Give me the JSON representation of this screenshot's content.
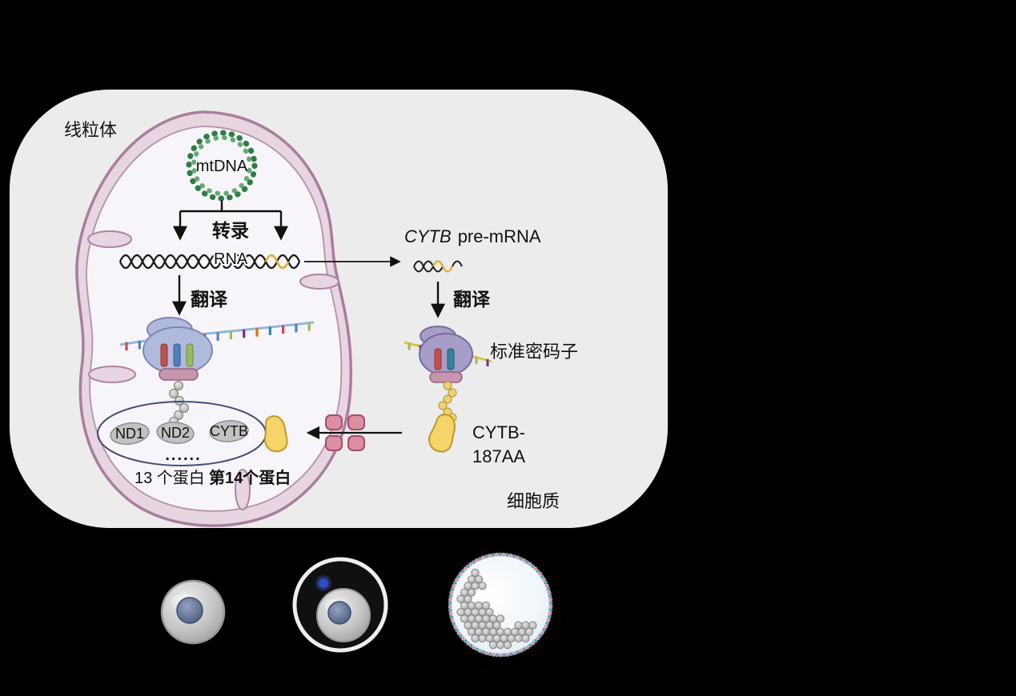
{
  "colors": {
    "background": "#000000",
    "cell_fill": "#ececec",
    "membrane_pink": "#a87e9b",
    "mtdna_green": "#2e7d44",
    "protein_yellow": "#f3cf63",
    "channel_pink": "#dc8fa2",
    "highlight_red": "#ff0000"
  },
  "labels": {
    "mitochondrion": "线粒体",
    "mtdna": "mtDNA",
    "transcription": "转录",
    "rna": "RNA",
    "cytb_gene": "CYTB",
    "pre_mrna": "pre-mRNA",
    "translation_left": "翻译",
    "translation_right": "翻译",
    "standard_codon": "标准密码子",
    "nd1": "ND1",
    "nd2": "ND2",
    "cytb_protein": "CYTB",
    "ellipsis_dots": "......",
    "thirteen_proteins": "13 个蛋白",
    "fourteenth_protein": "第14个蛋白",
    "cytb_187aa_line1": "CYTB-",
    "cytb_187aa_line2": "187AA",
    "cytoplasm": "细胞质"
  }
}
